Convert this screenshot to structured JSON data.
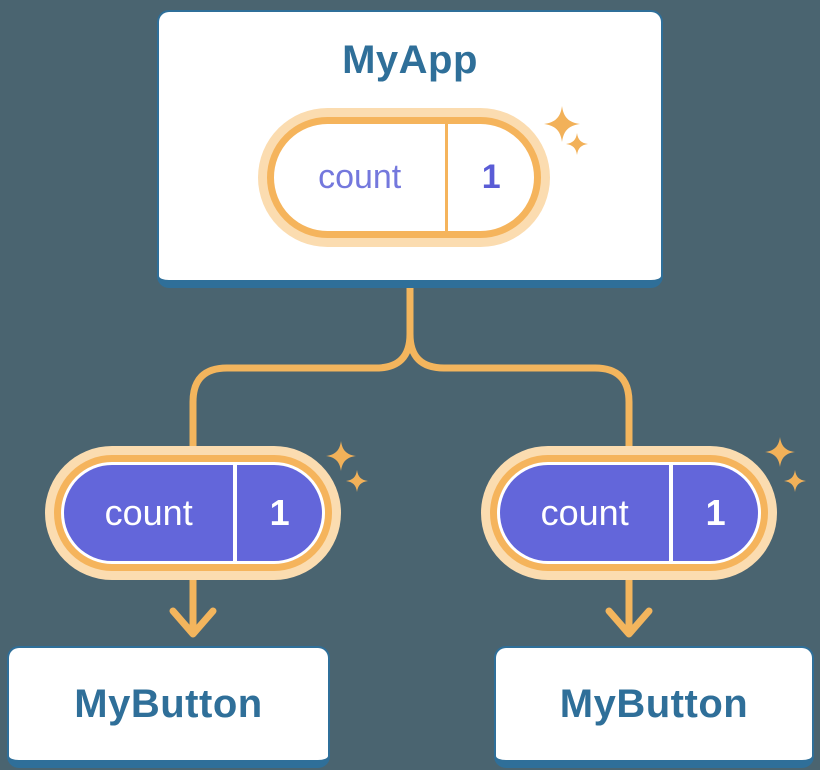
{
  "background": "#4A6470",
  "root_component": {
    "title": "MyApp",
    "state": {
      "name": "count",
      "value": "1"
    }
  },
  "child_components": [
    {
      "title": "MyButton",
      "state": {
        "name": "count",
        "value": "1"
      }
    },
    {
      "title": "MyButton",
      "state": {
        "name": "count",
        "value": "1"
      }
    }
  ],
  "icons": {
    "sparkle": "sparkle-icon",
    "arrow": "arrow-down-icon"
  },
  "colors": {
    "background": "#4A6470",
    "card_border": "#2F6F99",
    "card_title": "#2F6F99",
    "pill_ring": "#F5B45C",
    "pill_halo": "#FBDCB0",
    "connector": "#F3B55D",
    "sparkle": "#F2B159",
    "state_fill_child": "#6366DA",
    "state_name_text": "#7478DD",
    "state_value_text": "#5A5CD6"
  }
}
